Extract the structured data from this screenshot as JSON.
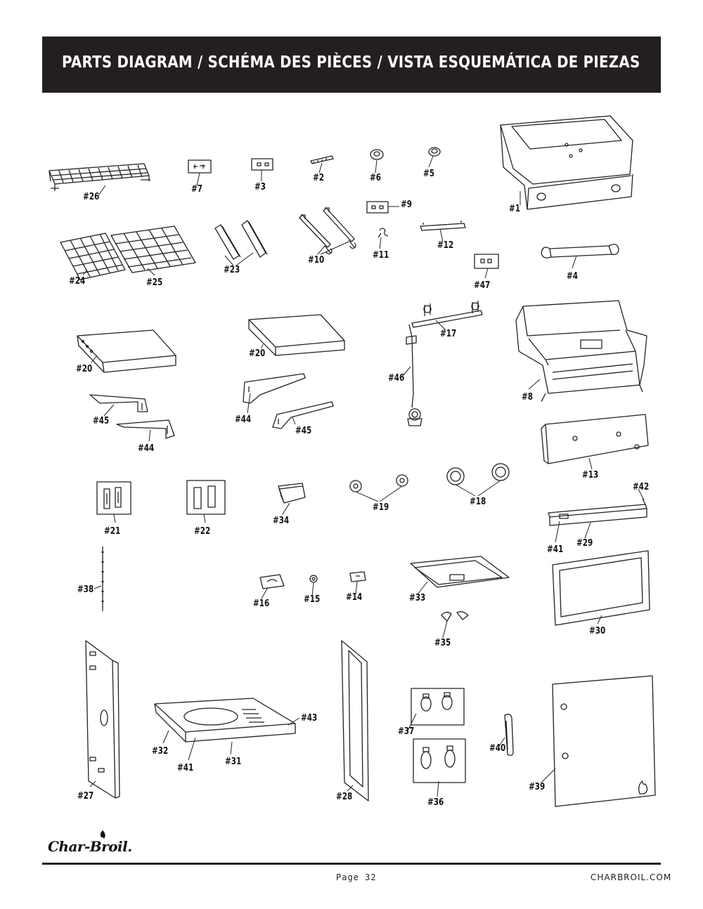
{
  "header": {
    "title": "PARTS DIAGRAM / SCHÉMA DES PIÈCES / VISTA ESQUEMÁTICA DE PIEZAS"
  },
  "parts": {
    "p1": "#1",
    "p2": "#2",
    "p3": "#3",
    "p4": "#4",
    "p5": "#5",
    "p6": "#6",
    "p7": "#7",
    "p8": "#8",
    "p9": "#9",
    "p10": "#10",
    "p11": "#11",
    "p12": "#12",
    "p13": "#13",
    "p14": "#14",
    "p15": "#15",
    "p16": "#16",
    "p17": "#17",
    "p18": "#18",
    "p19": "#19",
    "p20a": "#20",
    "p20b": "#20",
    "p21": "#21",
    "p22": "#22",
    "p23": "#23",
    "p24": "#24",
    "p25": "#25",
    "p26": "#26",
    "p27": "#27",
    "p28": "#28",
    "p29": "#29",
    "p30": "#30",
    "p31": "#31",
    "p32": "#32",
    "p33": "#33",
    "p34": "#34",
    "p35": "#35",
    "p36": "#36",
    "p37": "#37",
    "p38": "#38",
    "p39": "#39",
    "p40": "#40",
    "p41a": "#41",
    "p41b": "#41",
    "p42": "#42",
    "p43": "#43",
    "p44a": "#44",
    "p44b": "#44",
    "p45a": "#45",
    "p45b": "#45",
    "p46": "#46",
    "p47": "#47"
  },
  "footer": {
    "brand": "Char-Broil.",
    "page": "Page 32",
    "website": "CHARBROIL.COM"
  }
}
